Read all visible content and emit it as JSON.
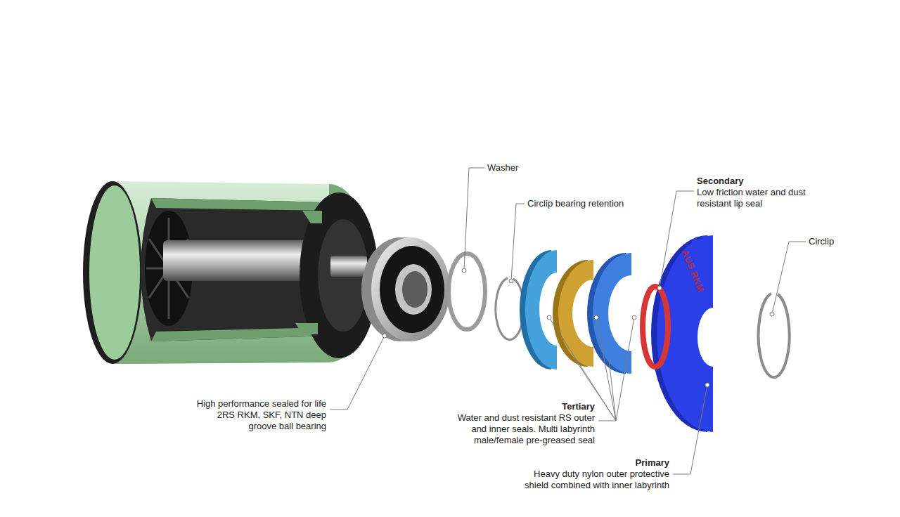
{
  "diagram": {
    "labels": [
      "Washer",
      "Circlip bearing retention",
      "Secondary",
      "Low friction water and dust resistant lip seal",
      "Circlip",
      "High performance sealed for life 2RS RKM, SKF, NTN deep groove ball bearing",
      "Tertiary",
      "Water and dust resistant RS outer and inner seals. Multi labyrinth male/female pre-greased seal",
      "Primary",
      "Heavy duty nylon outer protective shield combined with inner labyrinth",
      "AUS RKM"
    ]
  }
}
